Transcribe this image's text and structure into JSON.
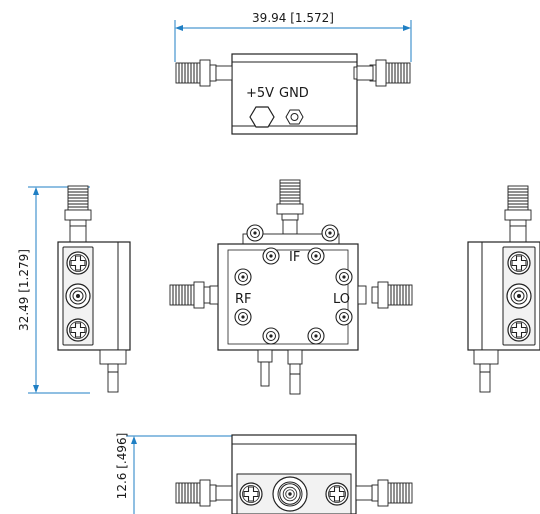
{
  "dimensions": {
    "width": "39.94 [1.572]",
    "height": "32.49 [1.279]",
    "depth": "12.6 [.496]"
  },
  "labels": {
    "power": "+5V",
    "ground": "GND",
    "if_port": "IF",
    "rf_port": "RF",
    "lo_port": "LO"
  },
  "colors": {
    "dimension_lines": "#1f7fc4",
    "outline": "#222222"
  }
}
